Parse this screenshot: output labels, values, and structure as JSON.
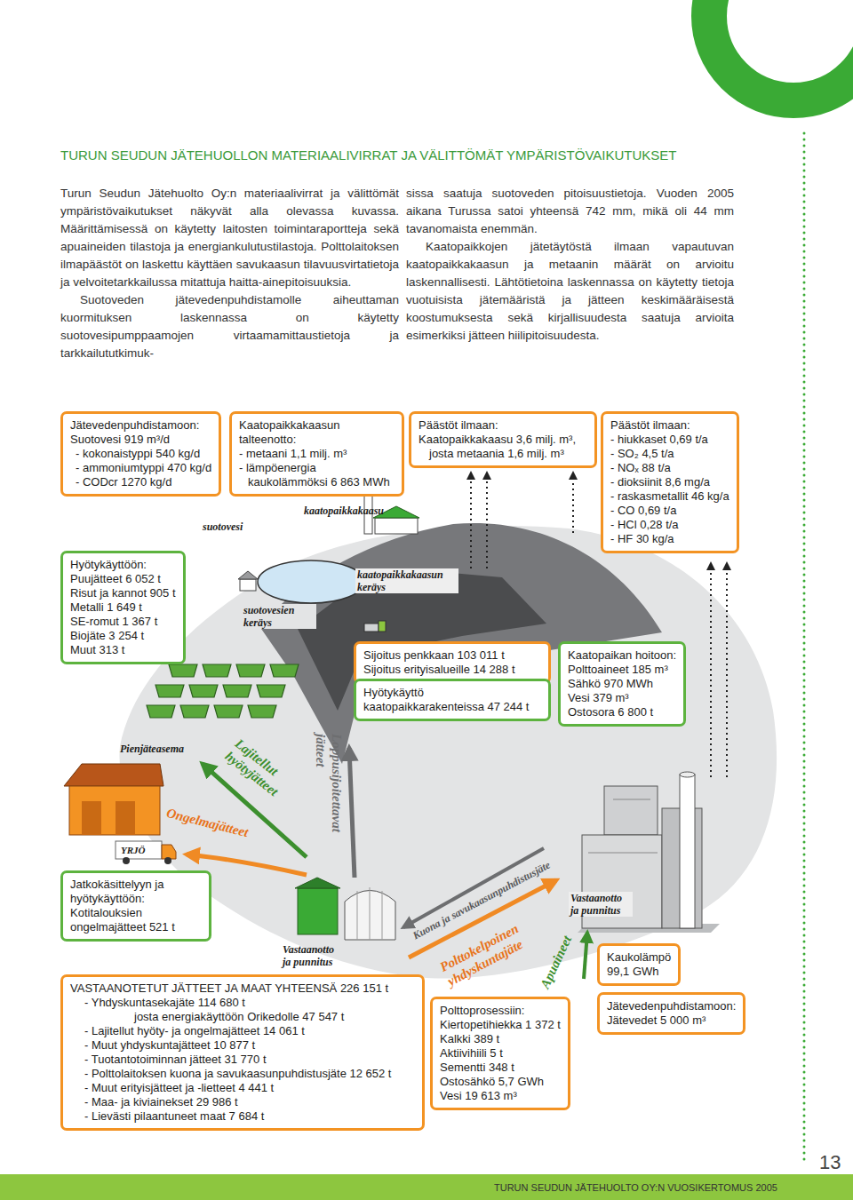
{
  "diagram": {
    "title": "TURUN SEUDUN JÄTEHUOLLON MATERIAALIVIRRAT JA VÄLITTÖMÄT YMPÄRISTÖVAIKUTUKSET",
    "nodes": [
      {
        "text": [
          "Jätevedenpuhdistamoon:",
          "Suotovesi 919 m³/d",
          "- kokonaistyppi 540 kg/d",
          "- ammoniumtyppi 470 kg/d",
          "- CODcr 1270 kg/d"
        ]
      },
      {
        "text": [
          "Kaatopaikkakaasun talteenotto:",
          "- metaani 1,1 milj. m³",
          "- lämpöenergia kaukolämmöksi 6 863 MWh"
        ]
      },
      {
        "text": [
          "Päästöt ilmaan:",
          "Kaatopaikkakaasu 3,6 milj. m³, josta metaania 1,6 milj. m³"
        ]
      },
      {
        "text": [
          "Päästöt ilmaan:",
          "- hiukkaset 0,69 t/a",
          "- SO₂ 4,5 t/a",
          "- NOₓ 88 t/a",
          "- dioksiinit 8,6 mg/a",
          "- raskasmetallit 46 kg/a",
          "- CO 0,69 t/a",
          "- HCl 0,28 t/a",
          "- HF 30 kg/a"
        ]
      },
      {
        "text": [
          "Hyötykäyttöön:",
          "Puujätteet 6 052 t",
          "Risut ja kannot 905 t",
          "Metalli 1 649 t",
          "SE-romut 1 367 t",
          "Biojäte 3 254 t",
          "Muut 313 t"
        ]
      },
      {
        "text": [
          "Sijoitus penkkaan 103 011 t",
          "Sijoitus erityisalueille 14 288 t"
        ]
      },
      {
        "text": [
          "Kaatopaikan hoitoon:",
          "Polttoaineet 185 m³",
          "Sähkö 970 MWh",
          "Vesi 379 m³",
          "Ostosora 6 800 t"
        ]
      },
      {
        "text": [
          "Hyötykäyttö kaatopaikkarakenteissa 47 244 t"
        ]
      },
      {
        "text": [
          "Jatkokäsittelyyn ja hyötykäyttöön:",
          "Kotitalouksien ongelmajätteet 521 t"
        ]
      },
      {
        "text": [
          "Kaukolämpö",
          "99,1 GWh"
        ]
      },
      {
        "text": [
          "VASTAANOTETUT JÄTTEET JA MAAT YHTEENSÄ 226 151 t",
          "- Yhdyskuntasekajäte 114 680 t",
          "josta energiakäyttöön Orikedolle 47 547 t",
          "- Lajitellut hyöty- ja ongelmajätteet 14 061 t",
          "- Muut yhdyskuntajätteet 10 877 t",
          "- Tuotantotoiminnan jätteet 31 770 t",
          "- Polttolaitoksen kuona ja savukaasunpuhdistusjäte 12 652 t",
          "- Muut erityisjätteet ja -lietteet 4 441 t",
          "- Maa- ja kiviainekset 29 986 t",
          "- Lievästi pilaantuneet maat 7 684 t"
        ]
      },
      {
        "text": [
          "Polttoprosessiin:",
          "Kiertopetihiekka 1 372 t",
          "Kalkki 389 t",
          "Aktiivihiili 5 t",
          "Sementti 348 t",
          "Ostosähkö 5,7 GWh",
          "Vesi 19 613 m³"
        ]
      },
      {
        "text": [
          "Jätevedenpuhdistamoon:",
          "Jätevedet 5 000 m³"
        ]
      }
    ],
    "labels": [
      "Turun Seudun Jätehuolto Oy:n materiaalivirrat ja välittömät ympäristövaikutukset näkyvät alla olevassa kuvassa. Määrittämisessä on käytetty laitosten toimintaraportteja sekä apuaineiden tilastoja ja energiankulutustilastoja. Polttolaitoksen ilmapäästöt on laskettu käyttäen savukaasun tilavuusvirtatietoja ja velvoitetarkkailussa mitattuja haitta-ainepitoisuuksia.",
      "Suotoveden jätevedenpuhdistamolle aiheuttaman kuormituksen laskennassa on käytetty suotovesipumppaamojen virtaamamittaustietoja ja tarkkailututkimuk-",
      "sissa saatuja suotoveden pitoisuustietoja. Vuoden 2005 aikana Turussa satoi yhteensä 742 mm, mikä oli 44 mm tavanomaista enemmän.",
      "Kaatopaikkojen jätetäytöstä ilmaan vapautuvan kaatopaikkakaasun ja metaanin määrät on arvioitu laskennallisesti. Lähtötietoina laskennassa on käytetty tietoja vuotuisista jätemääristä ja jätteen keskimääräisestä koostumuksesta sekä kirjallisuudesta saatuja arvioita esimerkiksi jätteen hiilipitoisuudesta.",
      "suotovesi",
      "kaatopaikkakaasu",
      "kaatopaikkakaasun keräys",
      "suotovesien keräys",
      "Pienjäteasema",
      "Lajitellut hyötyjätteet",
      "Loppusijoitettavat jätteet",
      "Ongelmajätteet",
      "YRJÖ",
      "Vastaanotto ja punnitus",
      "Kuona ja savukaasunpuhdistusjäte",
      "Polttokelpoinen yhdyskuntajäte",
      "Apuaineet",
      "Vastaanotto ja punnitus",
      "13",
      "TURUN SEUDUN JÄTEHUOLTO OY:N VUOSIKERTOMUS 2005"
    ]
  }
}
